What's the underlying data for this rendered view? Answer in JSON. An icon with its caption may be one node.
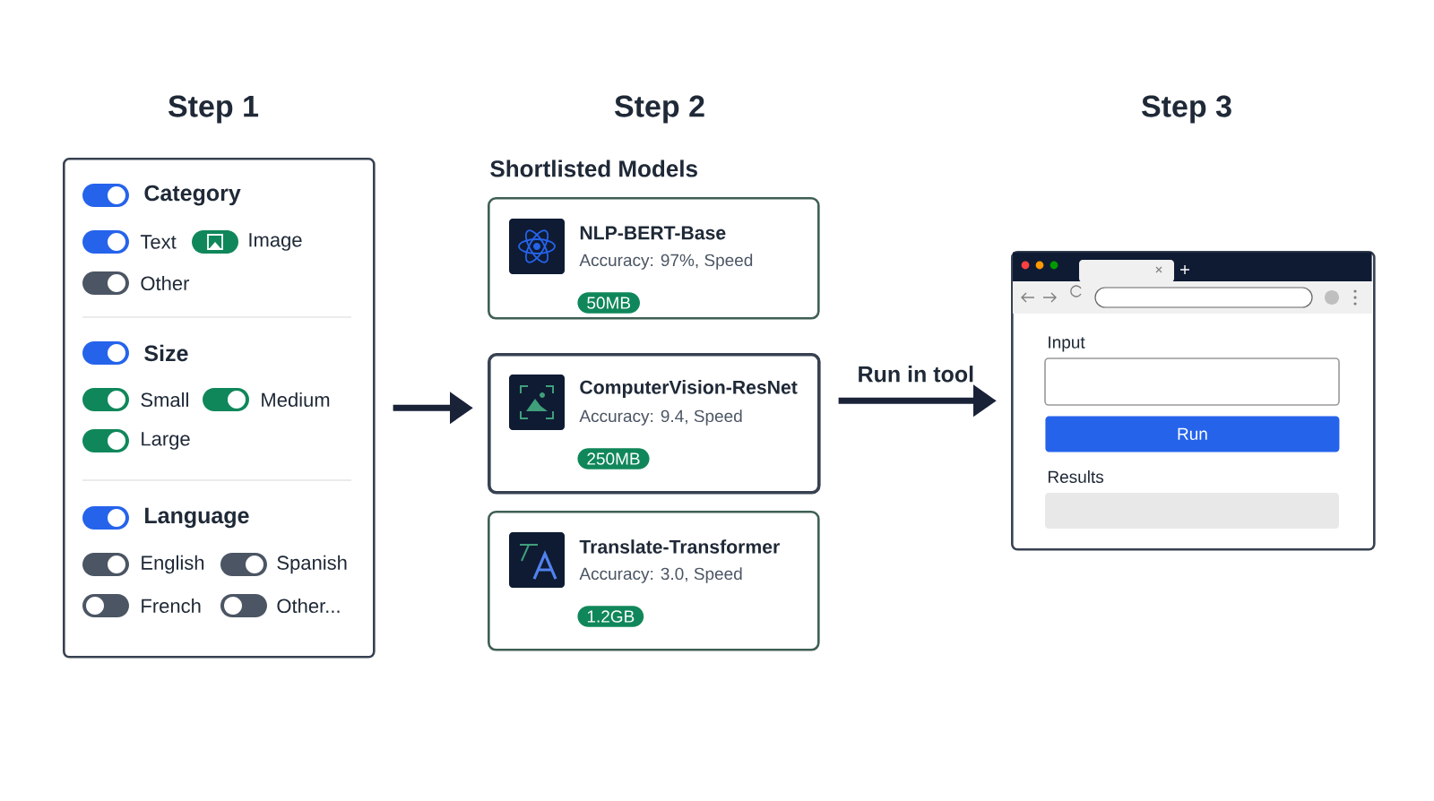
{
  "diagram": {
    "nodes": [
      {
        "text": [
          "Category",
          "Text",
          "Image",
          "Other",
          "Size",
          "Small",
          "Medium",
          "Large",
          "Language",
          "English",
          "Spanish",
          "French",
          "Other..."
        ]
      },
      {
        "text": [
          "NLP-BERT-Base",
          "Accuracy: 97%, Speed",
          "50MB"
        ]
      },
      {
        "text": [
          "ComputerVision-ResNet",
          "Accuracy: 9.4, Speed",
          "250MB"
        ]
      },
      {
        "text": [
          "Translate-Transformer",
          "Accuracy: 3.0, Speed",
          "1.2GB"
        ]
      },
      {
        "text": [
          "Input",
          "Run",
          "Results"
        ]
      }
    ],
    "edges": [
      {
        "from": 0,
        "to": 2,
        "arrow": "to"
      },
      {
        "from": 2,
        "to": 4,
        "arrow": "to",
        "label": "Run in tool"
      }
    ],
    "labels": [
      "Step 1",
      "Step 2",
      "Shortlisted Models",
      "Step 3"
    ]
  }
}
